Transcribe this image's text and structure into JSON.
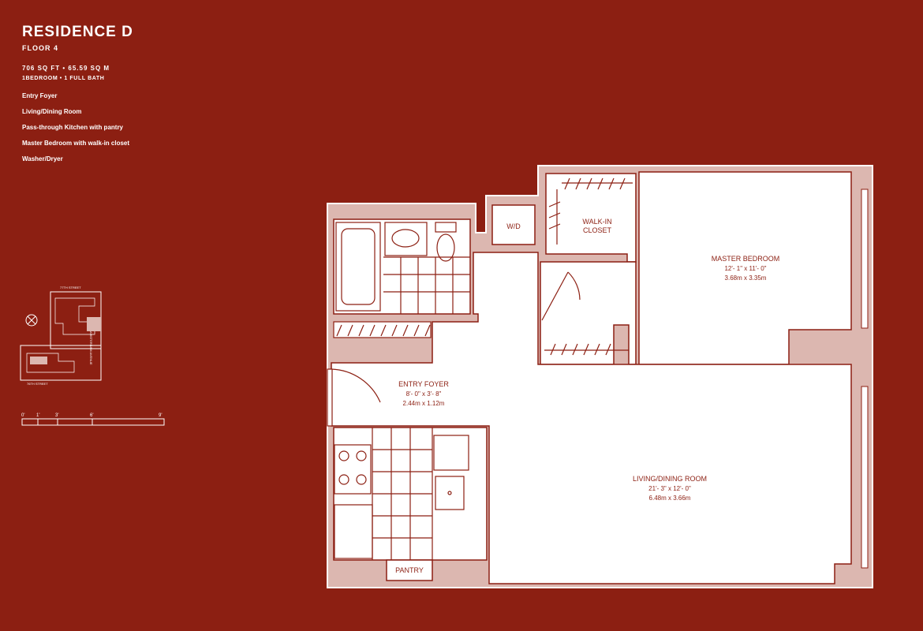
{
  "residence": {
    "title": "RESIDENCE D",
    "floor": "FLOOR 4",
    "area": "706 SQ FT • 65.59 SQ M",
    "bed_bath": "1BEDROOM • 1 FULL BATH",
    "features": [
      "Entry Foyer",
      "Living/Dining Room",
      "Pass-through Kitchen with pantry",
      "Master Bedroom with walk-in closet",
      "Washer/Dryer"
    ]
  },
  "key_plan": {
    "street_top": "77TH STREET",
    "street_bottom": "76TH STREET",
    "avenue": "AMSTERDAM AVENUE"
  },
  "scale_bar": {
    "ticks": [
      "0'",
      "1'",
      "3'",
      "6'",
      "9'"
    ]
  },
  "rooms": {
    "wd": "W/D",
    "closet": [
      "WALK-IN",
      "CLOSET"
    ],
    "master": {
      "name": "MASTER BEDROOM",
      "dim_ft": "12'- 1\" x 11'- 0\"",
      "dim_m": "3.68m x 3.35m"
    },
    "foyer": {
      "name": "ENTRY FOYER",
      "dim_ft": "8'- 0\" x 3'- 8\"",
      "dim_m": "2.44m x 1.12m"
    },
    "living": {
      "name": "LIVING/DINING ROOM",
      "dim_ft": "21'- 3\" x 12'- 0\"",
      "dim_m": "6.48m x 3.66m"
    },
    "pantry": "PANTRY"
  },
  "colors": {
    "background": "#8c1f12",
    "wall": "#dcb7b0",
    "floor": "#ffffff",
    "line": "#8c1f12"
  }
}
